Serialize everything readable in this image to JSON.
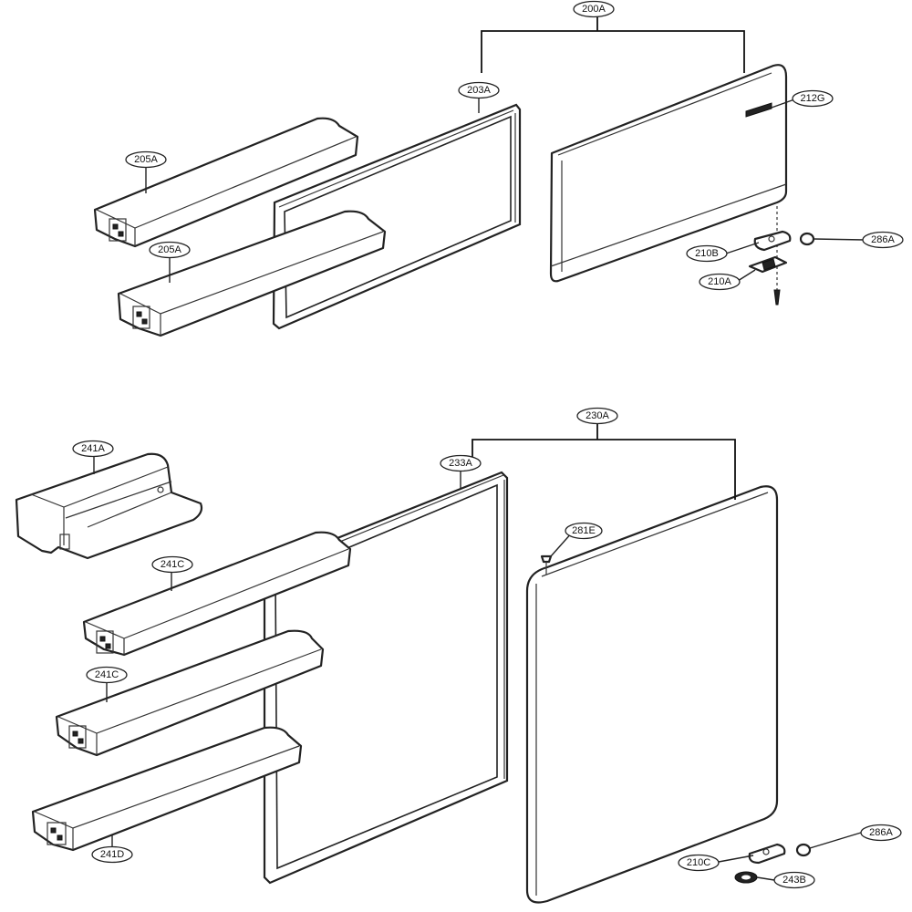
{
  "labels": {
    "top_door_assembly": "200A",
    "top_gasket": "203A",
    "top_shelf_1": "205A",
    "top_shelf_2": "205A",
    "top_emblem": "212G",
    "top_hinge_upper": "210B",
    "top_hinge_lower": "210A",
    "top_hinge_cap": "286A",
    "bottom_door_assembly": "230A",
    "bottom_gasket": "233A",
    "dairy_bin": "241A",
    "bottom_shelf_1": "241C",
    "bottom_shelf_2": "241C",
    "bottom_shelf_3": "241D",
    "door_stopper": "281E",
    "bottom_hinge": "210C",
    "bottom_hinge_cap": "286A",
    "washer": "243B"
  }
}
